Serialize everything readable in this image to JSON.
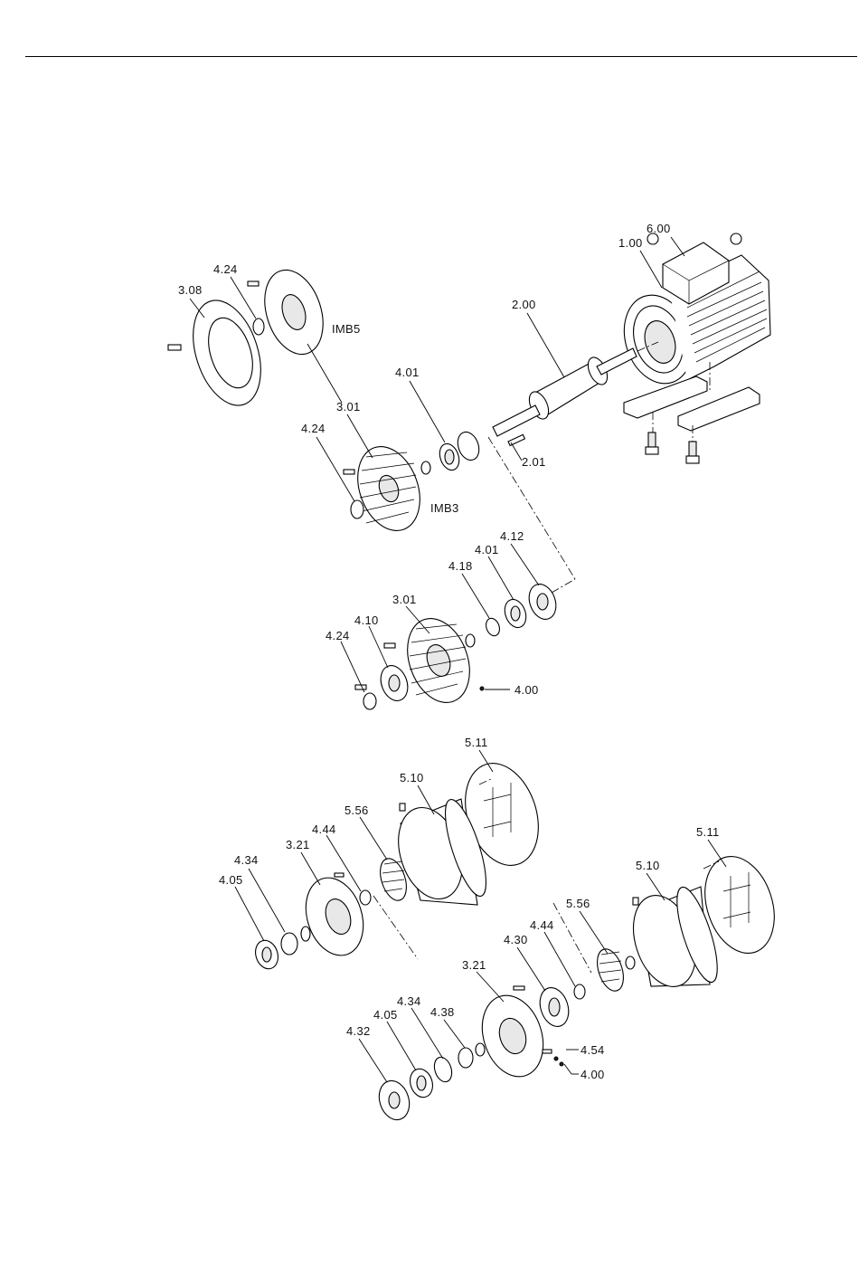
{
  "labels": {
    "l600": "6.00",
    "l100": "1.00",
    "l200": "2.00",
    "l201": "2.01",
    "l424a": "4.24",
    "l308": "3.08",
    "imb5": "IMB5",
    "l401a": "4.01",
    "l301a": "3.01",
    "l424b": "4.24",
    "imb3": "IMB3",
    "l412": "4.12",
    "l401b": "4.01",
    "l418": "4.18",
    "l301b": "3.01",
    "l410": "4.10",
    "l424c": "4.24",
    "l400a": "4.00",
    "l511a": "5.11",
    "l510a": "5.10",
    "l556a": "5.56",
    "l444a": "4.44",
    "l321a": "3.21",
    "l434a": "4.34",
    "l405a": "4.05",
    "l511b": "5.11",
    "l510b": "5.10",
    "l556b": "5.56",
    "l444b": "4.44",
    "l430": "4.30",
    "l321b": "3.21",
    "l434b": "4.34",
    "l438": "4.38",
    "l405b": "4.05",
    "l432": "4.32",
    "l454": "4.54",
    "l400b": "4.00"
  }
}
